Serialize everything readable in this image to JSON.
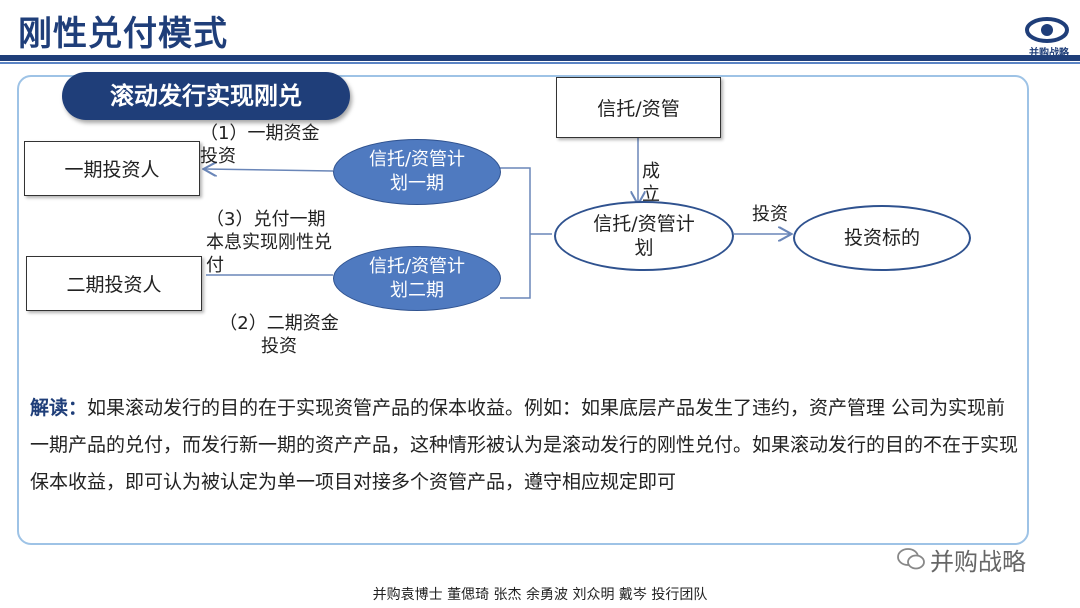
{
  "header": {
    "title": "刚性兑付模式",
    "logo_text": "并购战略",
    "logo_icon": "eye-icon"
  },
  "diagram": {
    "pill_label": "滚动发行实现刚兑",
    "investor_1": "一期投资人",
    "investor_2": "二期投资人",
    "plan_1": "信托/资管计划一期",
    "plan_2": "信托/资管计划二期",
    "trust_manager": "信托/资管",
    "plan_main": "信托/资管计划",
    "target": "投资标的",
    "edge_1": "（1）一期资金投资",
    "edge_3": "（3）兑付一期本息实现刚性兑付",
    "edge_2": "（2）二期资金投资",
    "edge_establish": "成立",
    "edge_invest": "投资"
  },
  "interpretation": {
    "label": "解读：",
    "text": "如果滚动发行的目的在于实现资管产品的保本收益。例如：如果底层产品发生了违约，资产管理 公司为实现前一期产品的兑付，而发行新一期的资产产品，这种情形被认为是滚动发行的刚性兑付。如果滚动发行的目的不在于实现保本收益，即可认为被认定为单一项目对接多个资管产品，遵守相应规定即可"
  },
  "watermark": "并购战略",
  "footer": "并购袁博士 董偲琦 张杰 余勇波 刘众明 戴岑 投行团队"
}
